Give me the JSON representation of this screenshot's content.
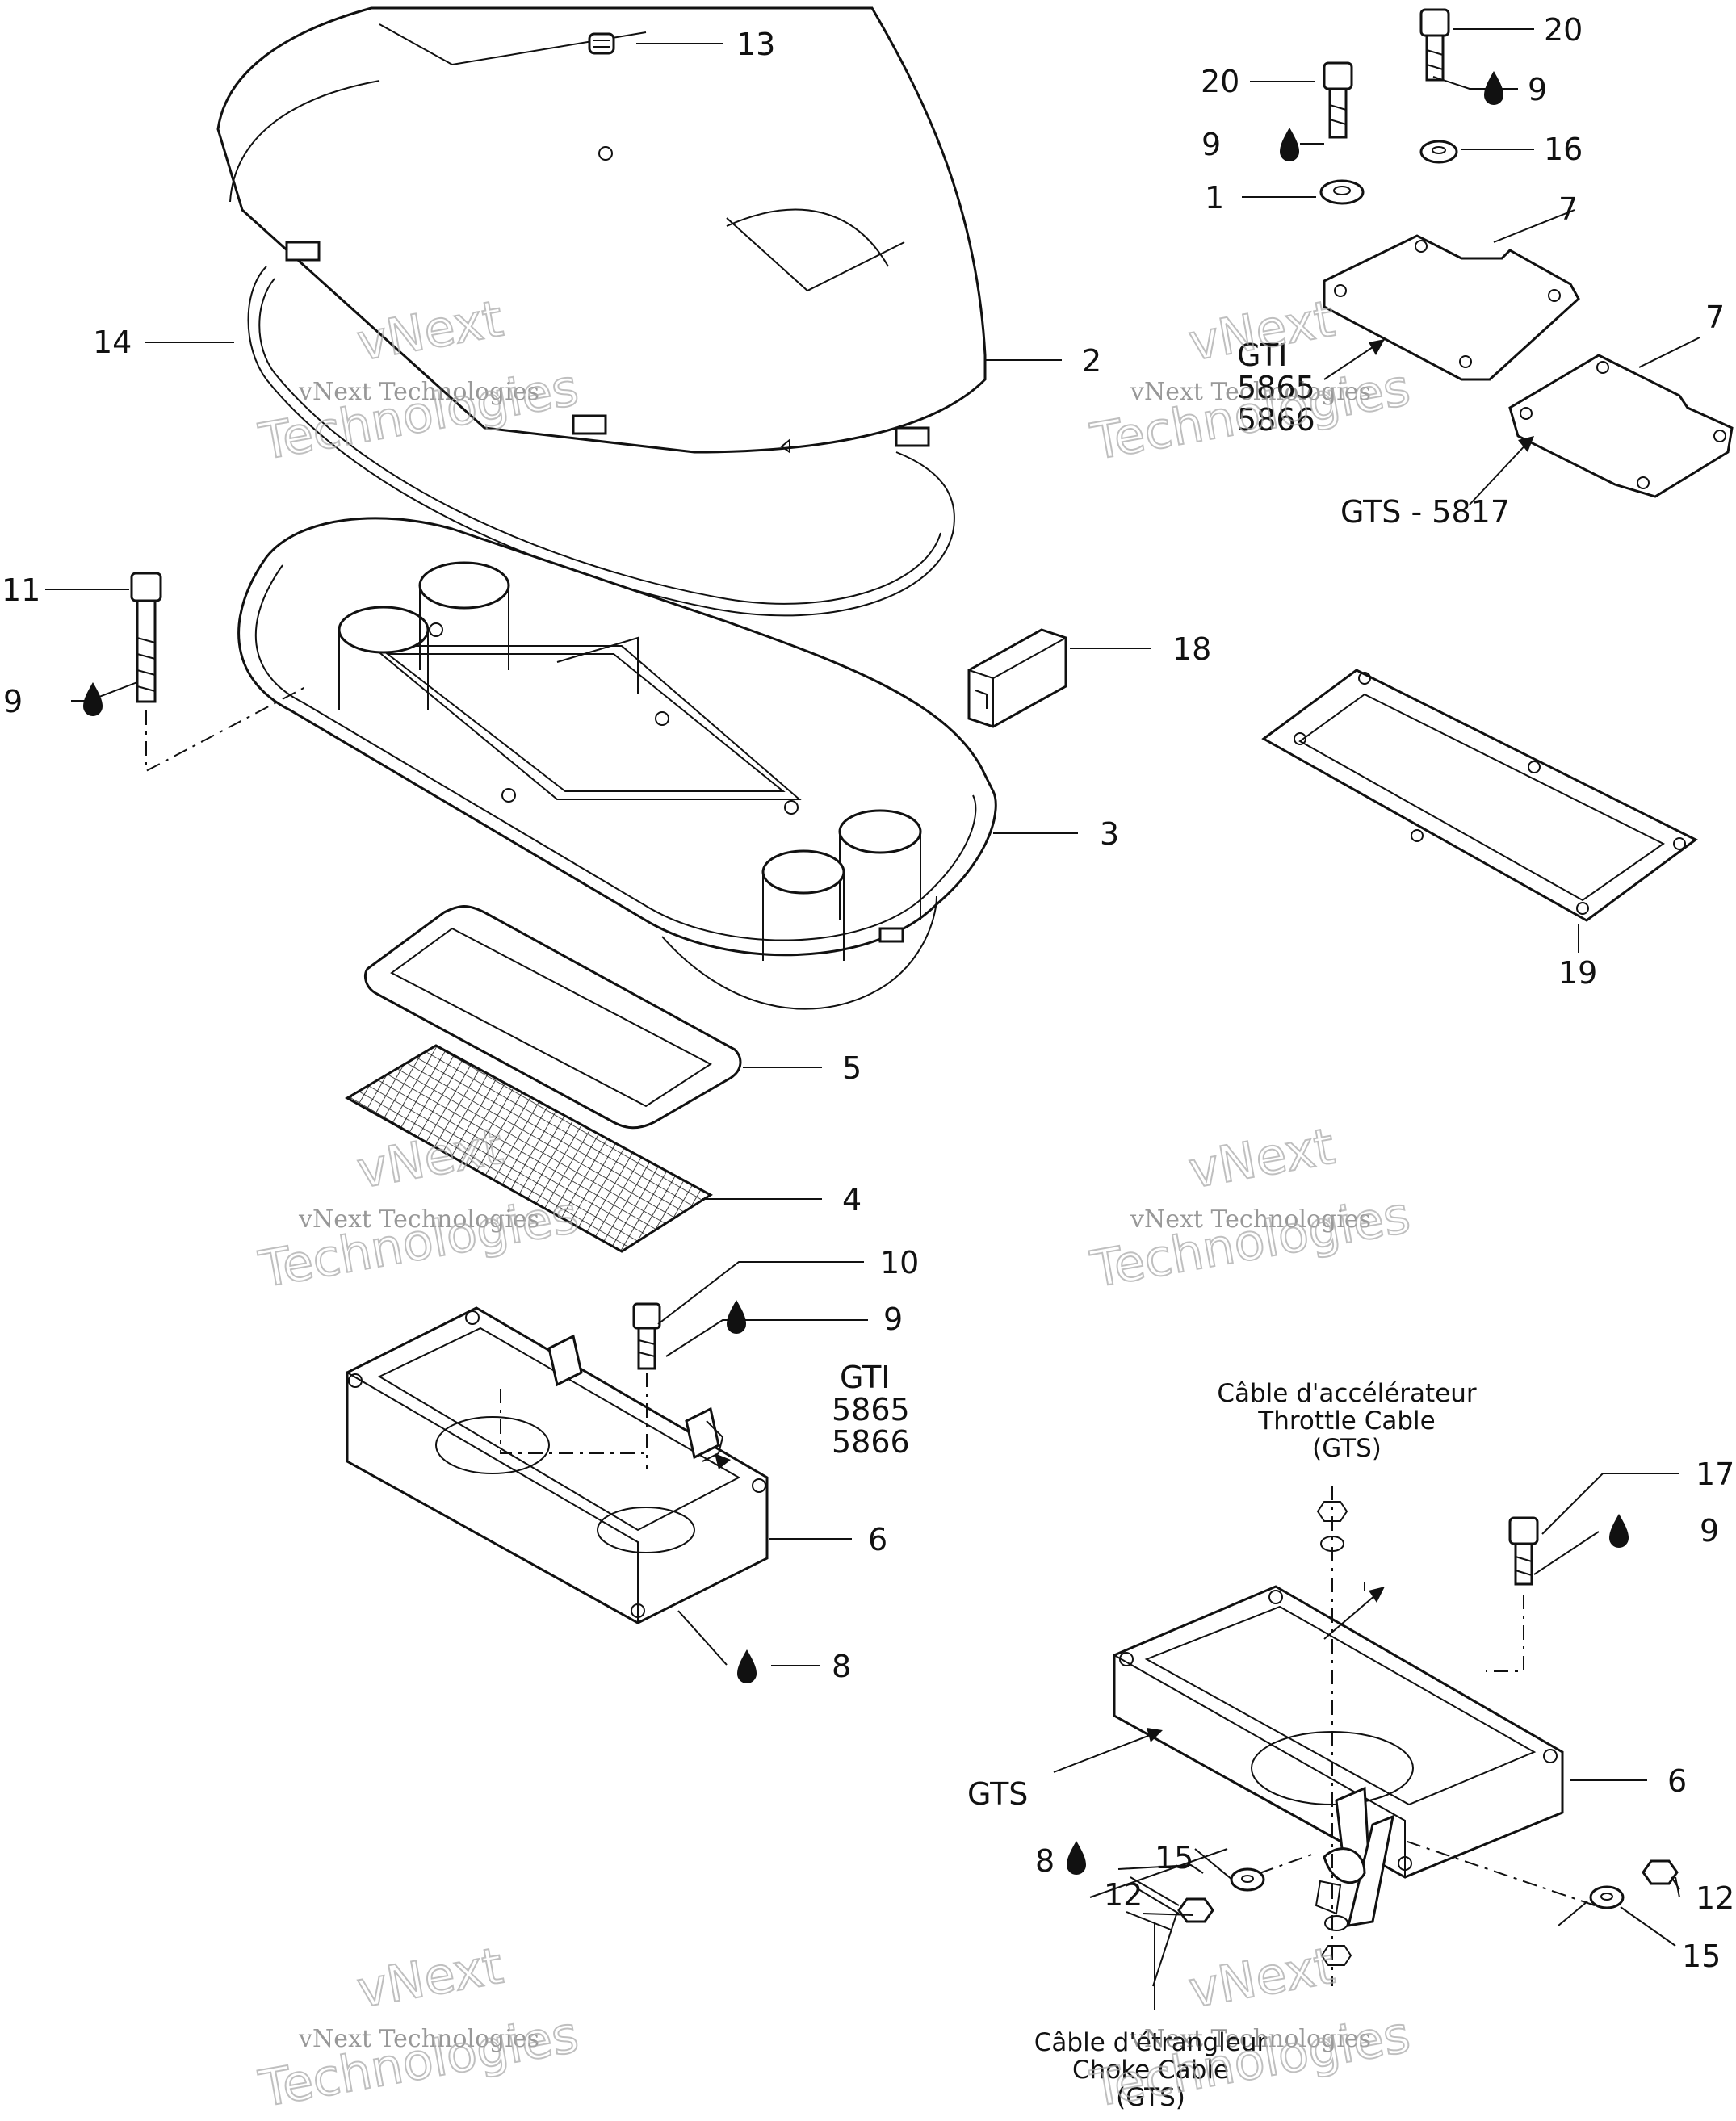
{
  "callouts": {
    "c13": "13",
    "c20a": "20",
    "c20b": "20",
    "c9a": "9",
    "c9b": "9",
    "c16": "16",
    "c1": "1",
    "c7a": "7",
    "c7b": "7",
    "c14": "14",
    "c2": "2",
    "c11": "11",
    "c9c": "9",
    "c18": "18",
    "c3": "3",
    "c19": "19",
    "c5": "5",
    "c4": "4",
    "c10": "10",
    "c9d": "9",
    "c6a": "6",
    "c8a": "8",
    "c17": "17",
    "c9e": "9",
    "c6b": "6",
    "c8b": "8",
    "c15a": "15",
    "c12a": "12",
    "c12b": "12",
    "c15b": "15"
  },
  "variants": {
    "gti_top": [
      "GTI",
      "5865",
      "5866"
    ],
    "gts_top": "GTS - 5817",
    "gti_mid": [
      "GTI",
      "5865",
      "5866"
    ],
    "gts_low": "GTS"
  },
  "cables": {
    "throttle": [
      "Câble d'accélérateur",
      "Throttle Cable",
      "(GTS)"
    ],
    "choke": [
      "Câble d'étrangleur",
      "Choke Cable",
      "(GTS)"
    ]
  },
  "watermark": {
    "line1": "vNext Technologies",
    "line2": "vNext",
    "line3": "Technologies"
  },
  "colors": {
    "ink": "#111111",
    "background": "#ffffff",
    "watermark": "#aaaaaa"
  }
}
